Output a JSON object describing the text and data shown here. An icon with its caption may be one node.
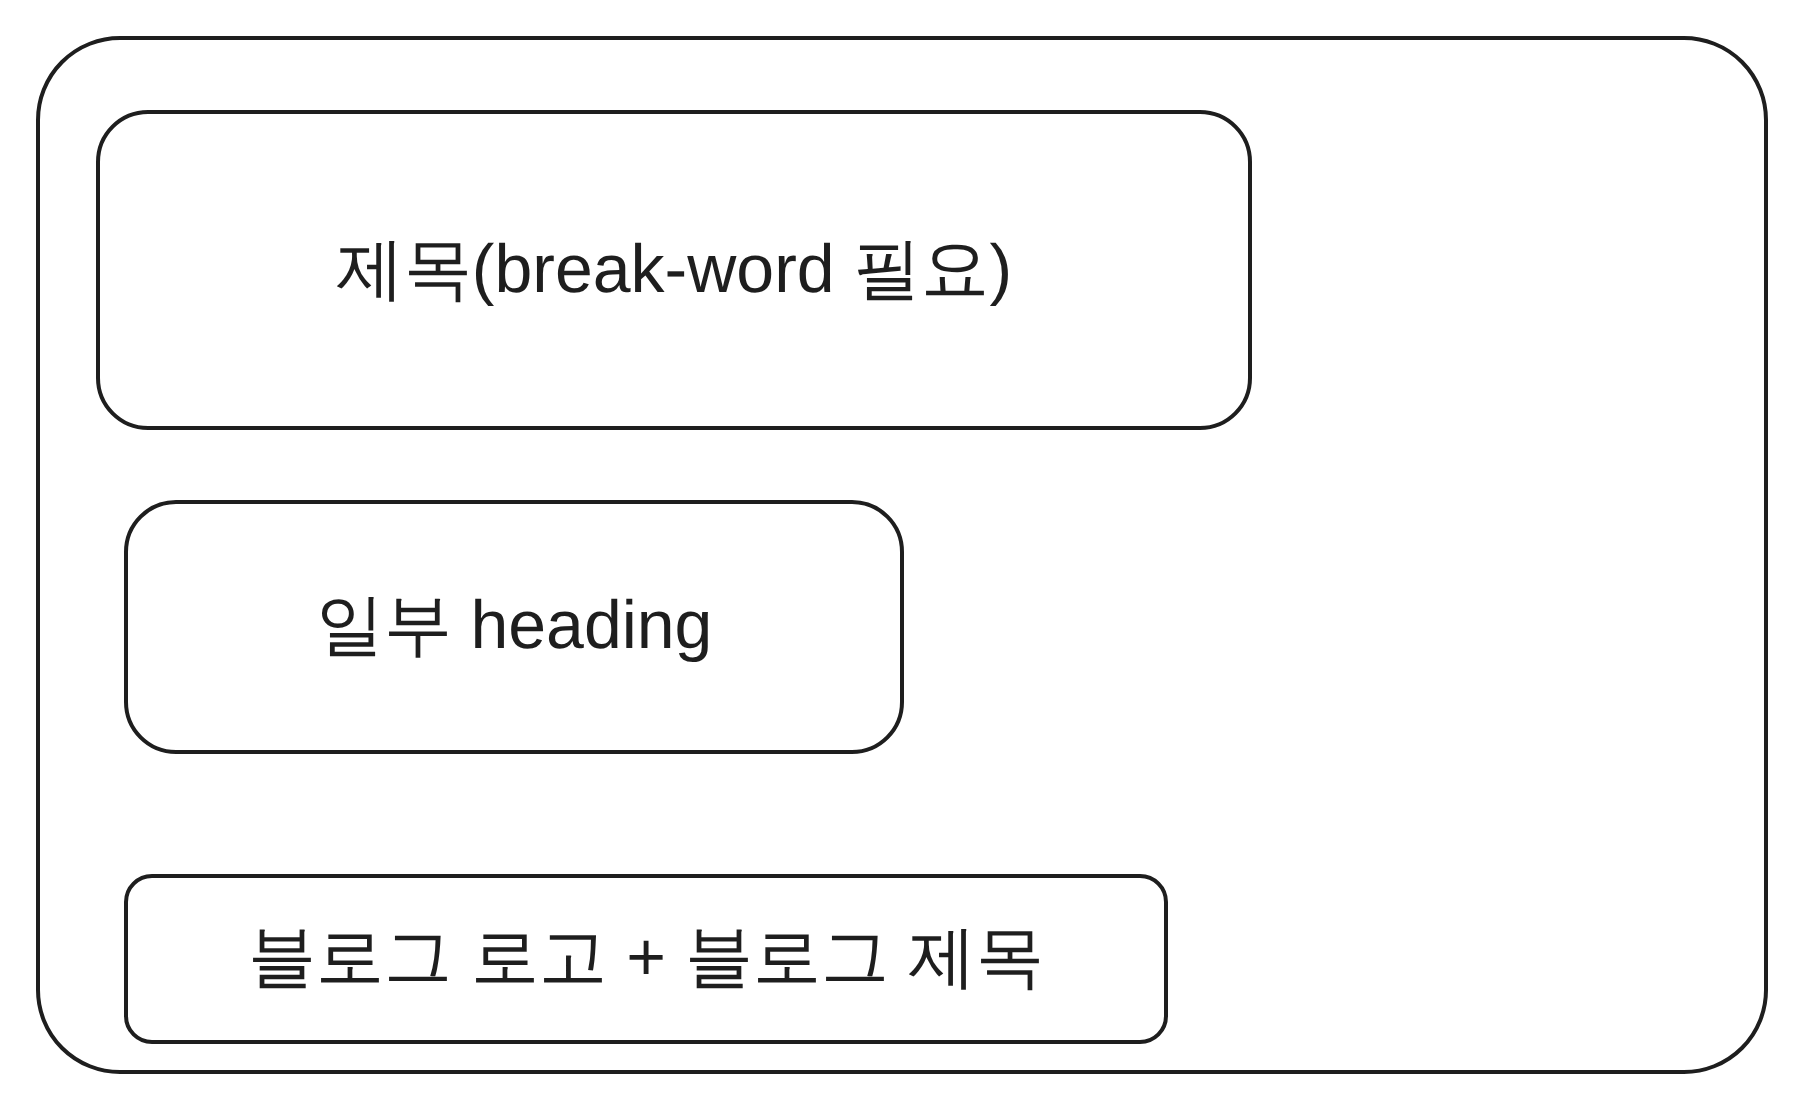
{
  "diagram": {
    "nodes": [
      {
        "text": [],
        "shape": "box"
      },
      {
        "text": [
          "제목(break-word 필요)"
        ],
        "in": 0
      },
      {
        "text": [
          "일부 heading"
        ],
        "in": 0
      },
      {
        "text": [
          "블로그 로고 + 블로그 제목"
        ],
        "in": 0
      }
    ]
  }
}
